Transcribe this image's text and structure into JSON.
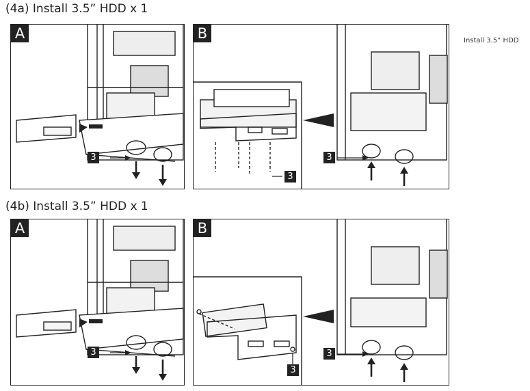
{
  "sections": [
    {
      "title": "(4a) Install 3.5” HDD x 1",
      "panel_a": {
        "label": "A",
        "step": "3"
      },
      "panel_b": {
        "label": "B",
        "step_inset": "3",
        "step_main": "3"
      }
    },
    {
      "title": "(4b) Install 3.5” HDD x 1",
      "panel_a": {
        "label": "A",
        "step": "3"
      },
      "panel_b": {
        "label": "B",
        "step_inset": "3",
        "step_main": "3"
      }
    }
  ],
  "side_caption": "Install 3.5” HDD"
}
